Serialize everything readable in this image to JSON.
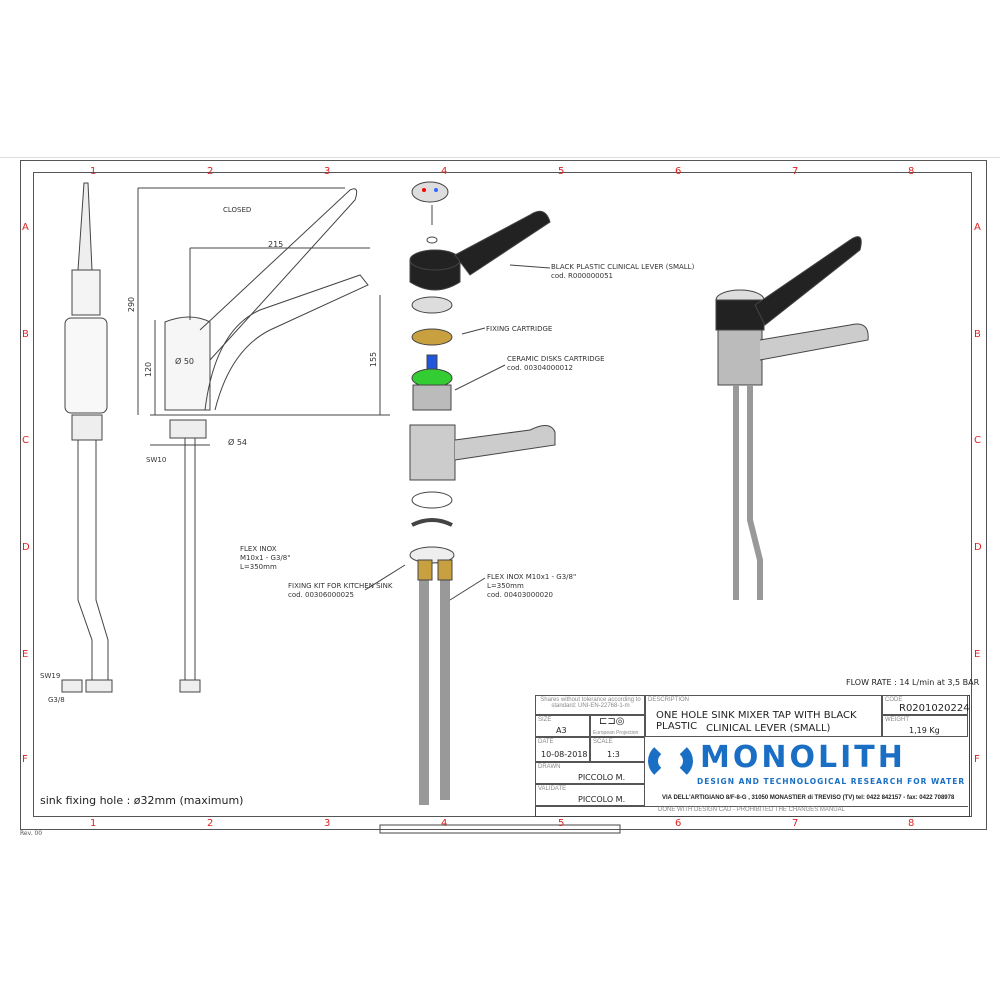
{
  "grid": {
    "columns": [
      "1",
      "2",
      "3",
      "4",
      "5",
      "6",
      "7",
      "8"
    ],
    "rows": [
      "A",
      "B",
      "C",
      "D",
      "E",
      "F"
    ]
  },
  "views": {
    "closed_label": "CLOSED",
    "dimensions": {
      "reach": "215",
      "height": "290",
      "base_height": "120",
      "spout_height": "155",
      "body_dia": "Ø 50",
      "base_dia": "Ø 54",
      "sw10": "SW10",
      "sw19": "SW19",
      "g38": "G3/8"
    },
    "flex_inox": [
      "FLEX INOX",
      "M10x1 - G3/8\"",
      "L=350mm"
    ],
    "sink_note": "sink fixing hole : ø32mm (maximum)"
  },
  "callouts": {
    "lever": {
      "name": "BLACK PLASTIC CLINICAL LEVER (SMALL)",
      "code": "cod. R000000051"
    },
    "fixing_cartridge": {
      "name": "FIXING CARTRIDGE"
    },
    "ceramic": {
      "name": "CERAMIC DISKS CARTRIDGE",
      "code": "cod. 00304000012"
    },
    "fixing_kit": {
      "name": "FIXING KIT FOR KITCHEN SINK",
      "code": "cod. 00306000025"
    },
    "flex": {
      "name": "FLEX INOX M10x1 - G3/8\"",
      "length": "L=350mm",
      "code": "cod. 00403000020"
    }
  },
  "flow_rate": "FLOW RATE : 14 L/min at 3,5 BAR",
  "title_block": {
    "tolerance": "Shares without tolerance according to standard: UNI-EN-22768-1-m",
    "size_label": "SIZE",
    "size": "A3",
    "projection": "European Projection",
    "date_label": "DATE",
    "date": "10-08-2018",
    "scale_label": "SCALE",
    "scale": "1:3",
    "drawn_label": "DRAWN",
    "drawn": "PICCOLO M.",
    "validate_label": "VALIDATE",
    "validate": "PICCOLO M.",
    "description_label": "DESCRIPTION",
    "description_1": "ONE HOLE SINK MIXER TAP WITH BLACK PLASTIC",
    "description_2": "CLINICAL LEVER (SMALL)",
    "code_label": "CODE",
    "code": "R0201020224",
    "weight_label": "WEIGHT",
    "weight": "1,19 Kg",
    "brand": "MONOLITH",
    "tagline": "DESIGN AND TECHNOLOGICAL RESEARCH FOR WATER",
    "address": "VIA DELL'ARTIGIANO 8/F-8-G , 31050 MONASTIER di TREVISO (TV) tel: 0422 842157 - fax: 0422 708978",
    "footer": "DONE WITH DESIGN CAD - PROHIBITED THE CHANGES MANUAL"
  },
  "revision": "Rev. 00",
  "colors": {
    "brand": "#1a6fc4",
    "grid_label": "#dd2222"
  }
}
